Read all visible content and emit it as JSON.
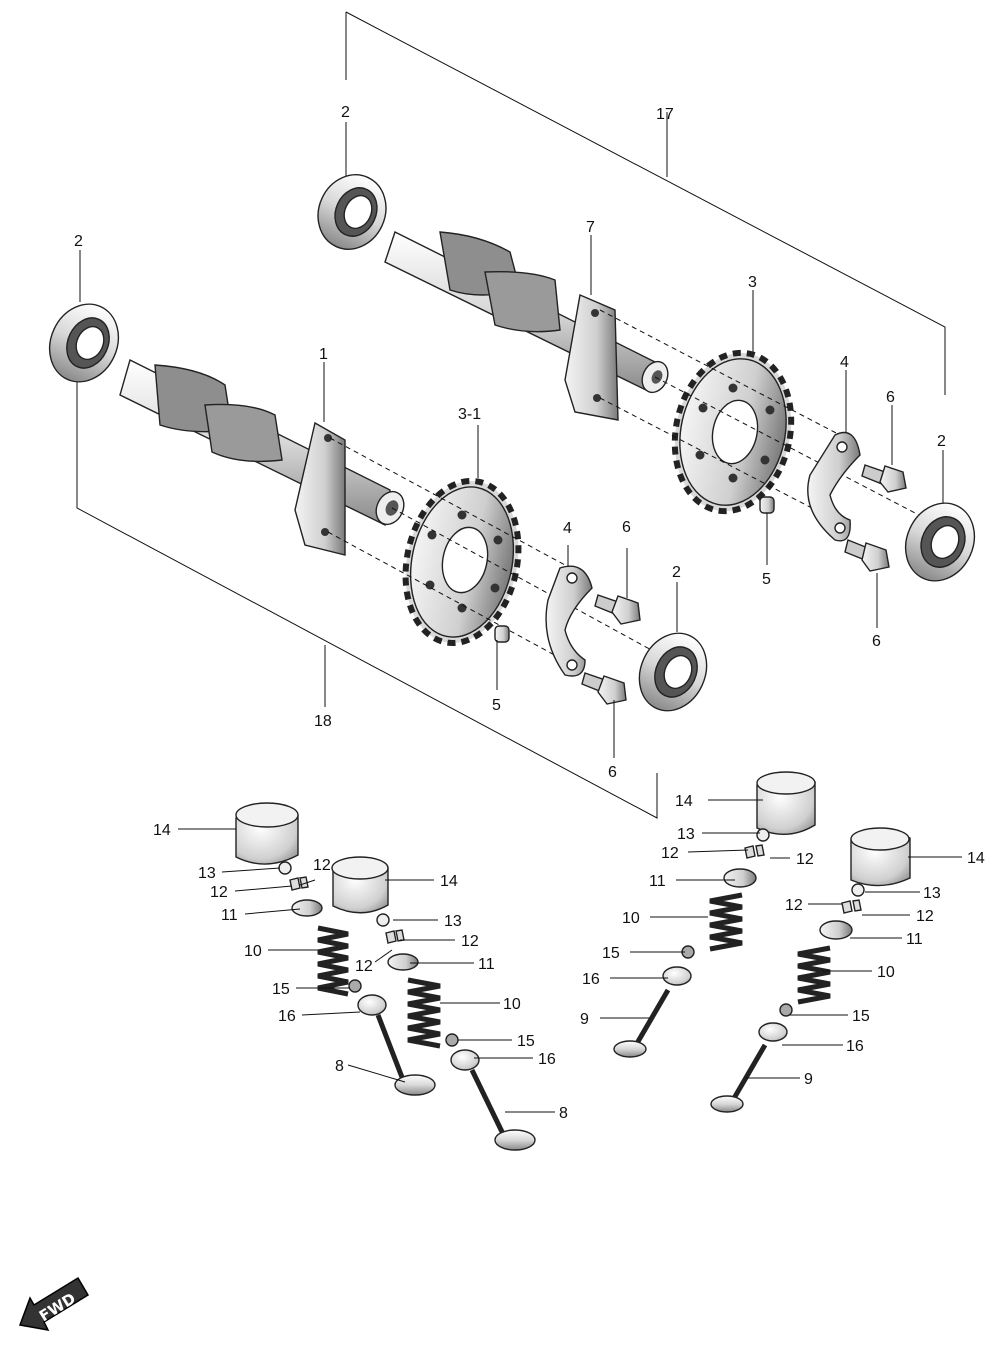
{
  "diagram": {
    "callouts": {
      "c2a": "2",
      "c17": "17",
      "c2b": "2",
      "c7": "7",
      "c3": "3",
      "c1": "1",
      "c4a": "4",
      "c6a": "6",
      "c2c": "2",
      "c31": "3-1",
      "c4b": "4",
      "c6b": "6",
      "c5a": "5",
      "c2d": "2",
      "c6c": "6",
      "c5b": "5",
      "c6d": "6",
      "c18": "18",
      "v14a": "14",
      "v13a": "13",
      "v12a": "12",
      "v12b": "12",
      "v11a": "11",
      "v10a": "10",
      "v15a": "15",
      "v16a": "16",
      "v8a": "8",
      "v14b": "14",
      "v13b": "13",
      "v12c": "12",
      "v12d": "12",
      "v11b": "11",
      "v10b": "10",
      "v15b": "15",
      "v16b": "16",
      "v8b": "8",
      "v14c": "14",
      "v13c": "13",
      "v12e": "12",
      "v12f": "12",
      "v11c": "11",
      "v10c": "10",
      "v15c": "15",
      "v16c": "16",
      "v9a": "9",
      "v14d": "14",
      "v13d": "13",
      "v12g": "12",
      "v12h": "12",
      "v11d": "11",
      "v10d": "10",
      "v15d": "15",
      "v16d": "16",
      "v9b": "9"
    },
    "fwd_badge": "FWD",
    "colors": {
      "line": "#111111",
      "metal": "#e6e6e6",
      "shade": "#9a9a9a",
      "dark": "#333333"
    }
  }
}
